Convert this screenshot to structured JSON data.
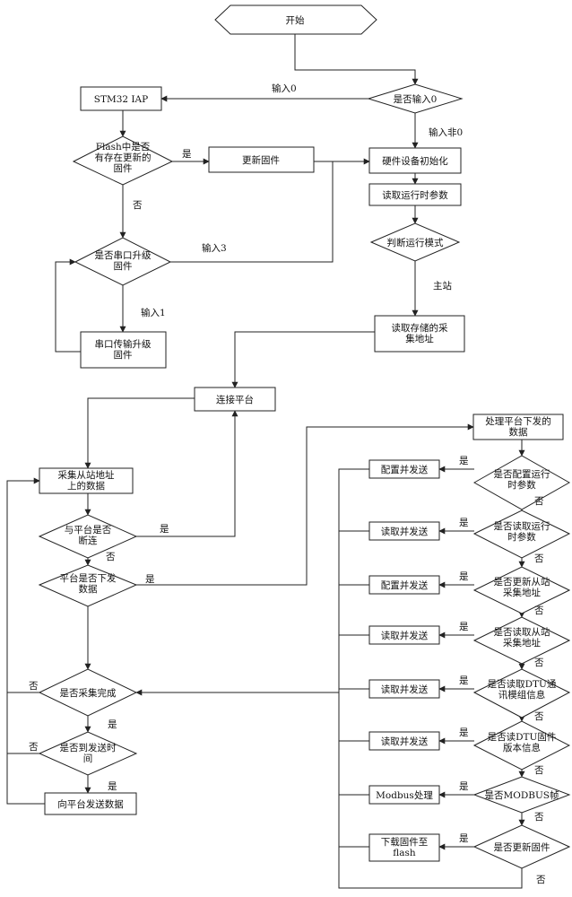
{
  "diagram": {
    "nodes": {
      "start": "开始",
      "q_input0": "是否输入0",
      "stm32_iap": "STM32 IAP",
      "flash_check": "Flash中是否\n有存在更新的\n固件",
      "update_fw": "更新固件",
      "hw_init": "硬件设备初始化",
      "read_params": "读取运行时参数",
      "judge_mode": "判断运行模式",
      "serial_q": "是否串口升级\n固件",
      "serial_upgrade": "串口传输升级\n固件",
      "read_addr": "读取存储的采\n集地址",
      "connect": "连接平台",
      "collect": "采集从站地址\n上的数据",
      "q_disconnect": "与平台是否\n断连",
      "q_downlink": "平台是否下发\n数据",
      "q_collect_done": "是否采集完成",
      "q_send_time": "是否到发送时\n间",
      "send_data": "向平台发送数据",
      "process_downlink": "处理平台下发的\n数据",
      "r1_q": "是否配置运行\n时参数",
      "r1_a": "配置并发送",
      "r2_q": "是否读取运行\n时参数",
      "r2_a": "读取并发送",
      "r3_q": "是否更新从站\n采集地址",
      "r3_a": "配置并发送",
      "r4_q": "是否读取从站\n采集地址",
      "r4_a": "读取并发送",
      "r5_q": "是否读取DTU通\n讯模组信息",
      "r5_a": "读取并发送",
      "r6_q": "是否读DTU固件\n版本信息",
      "r6_a": "读取并发送",
      "r7_q": "是否MODBUS帧",
      "r7_a": "Modbus处理",
      "r8_q": "是否更新固件",
      "r8_a": "下载固件至\nflash"
    },
    "edge_labels": {
      "input0": "输入0",
      "input_not0": "输入非0",
      "input3": "输入3",
      "input1": "输入1",
      "master": "主站",
      "yes": "是",
      "no": "否"
    }
  }
}
